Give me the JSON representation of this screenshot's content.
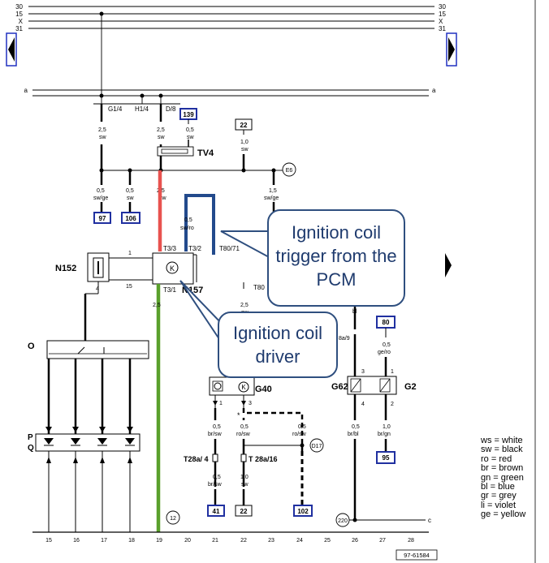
{
  "bus_labels": [
    "30",
    "15",
    "X",
    "31"
  ],
  "bus_a": "a",
  "bus_c": "c",
  "terminal_labels": [
    "G1/4",
    "H1/4",
    "D/8"
  ],
  "wires": {
    "w1": [
      "2,5",
      "sw"
    ],
    "w2": [
      "2,5",
      "sw"
    ],
    "w3": [
      "0,5",
      "sw"
    ],
    "w4": [
      "1,0",
      "sw"
    ],
    "w5": [
      "0,5",
      "sw/ge"
    ],
    "w6": [
      "0,5",
      "sw"
    ],
    "w7": [
      "2,5",
      "sw"
    ],
    "w8": [
      "1,5",
      "sw/ge"
    ],
    "w9": [
      "0,5",
      "sw/ro"
    ],
    "w10": [
      "2,5",
      "sw"
    ],
    "w11": [
      "0,5",
      "br/sw"
    ],
    "w12": [
      "0,5",
      "ro/sw"
    ],
    "w13": [
      "0,5",
      "ro/sw"
    ],
    "w14": [
      "0,5",
      "br/sw"
    ],
    "w15": [
      "1,0",
      "sw"
    ],
    "w16": [
      "0,5",
      "br/bl"
    ],
    "w17": [
      "0,5",
      "ge/ro"
    ],
    "w18": [
      "1,0",
      "br/gn"
    ]
  },
  "refs": {
    "r139": "139",
    "r22a": "22",
    "r97": "97",
    "r106": "106",
    "r80": "80",
    "r95": "95",
    "r41": "41",
    "r22b": "22",
    "r102": "102"
  },
  "components": {
    "tv4": "TV4",
    "n152": "N152",
    "n157": "N157",
    "g40": "G40",
    "g62": "G62",
    "g2": "G2",
    "o": "O",
    "pq": [
      "P",
      "Q"
    ],
    "k": "K"
  },
  "pins": {
    "t33": "T3/3",
    "t32": "T3/2",
    "t31": "T3/1",
    "t8071": "T80/71",
    "t80b": "T80",
    "p1": "1",
    "p15": "15",
    "p4": "4",
    "t28a9": "8a/9",
    "g62_3": "3",
    "g62_4": "4",
    "g2_1": "1",
    "g2_2": "2",
    "g40_1": "1",
    "g40_3": "3",
    "t28a4": "T28a/ 4",
    "t28a16": "T 28a/16"
  },
  "circles": {
    "e6": "E6",
    "d17": "D17",
    "c12": "12",
    "c220": "220"
  },
  "bottom_numbers": [
    "15",
    "16",
    "17",
    "18",
    "19",
    "20",
    "21",
    "22",
    "23",
    "24",
    "25",
    "26",
    "27",
    "28"
  ],
  "ref_code": "97-61584",
  "callouts": {
    "trigger": "Ignition coil trigger from the PCM",
    "driver": "Ignition coil driver"
  },
  "legend": [
    "ws = white",
    "sw = black",
    "ro = red",
    "br = brown",
    "gn = green",
    "bl = blue",
    "gr = grey",
    "li = violet",
    "ge = yellow"
  ],
  "colors": {
    "trace_red": "#e8524f",
    "trace_green": "#5aa02c",
    "trace_blue": "#234a8c",
    "callout_border": "#2f4f7f"
  }
}
